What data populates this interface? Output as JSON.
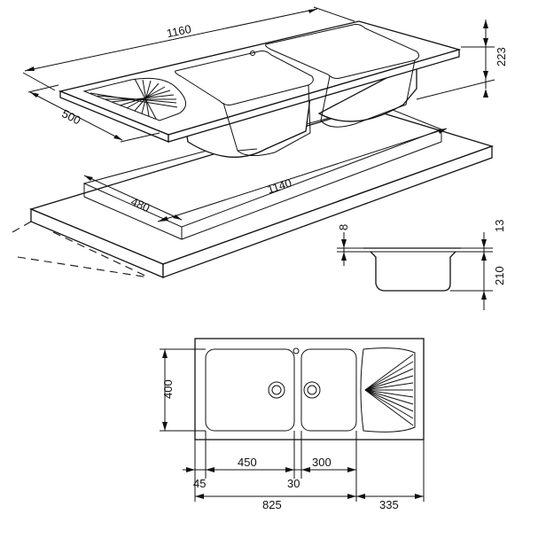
{
  "iso_view": {
    "dims": {
      "length_top": "1160",
      "depth_top": "500",
      "height_right": "223",
      "cutout_length": "1140",
      "cutout_depth": "480"
    }
  },
  "section_view": {
    "dims": {
      "rim": "8",
      "lip": "13",
      "bowl_depth": "210"
    }
  },
  "plan_view": {
    "dims": {
      "depth": "400",
      "offset_left": "45",
      "bowl1_width": "450",
      "gap": "30",
      "bowl2_width": "300",
      "bowls_total": "825",
      "drainer": "335"
    }
  }
}
